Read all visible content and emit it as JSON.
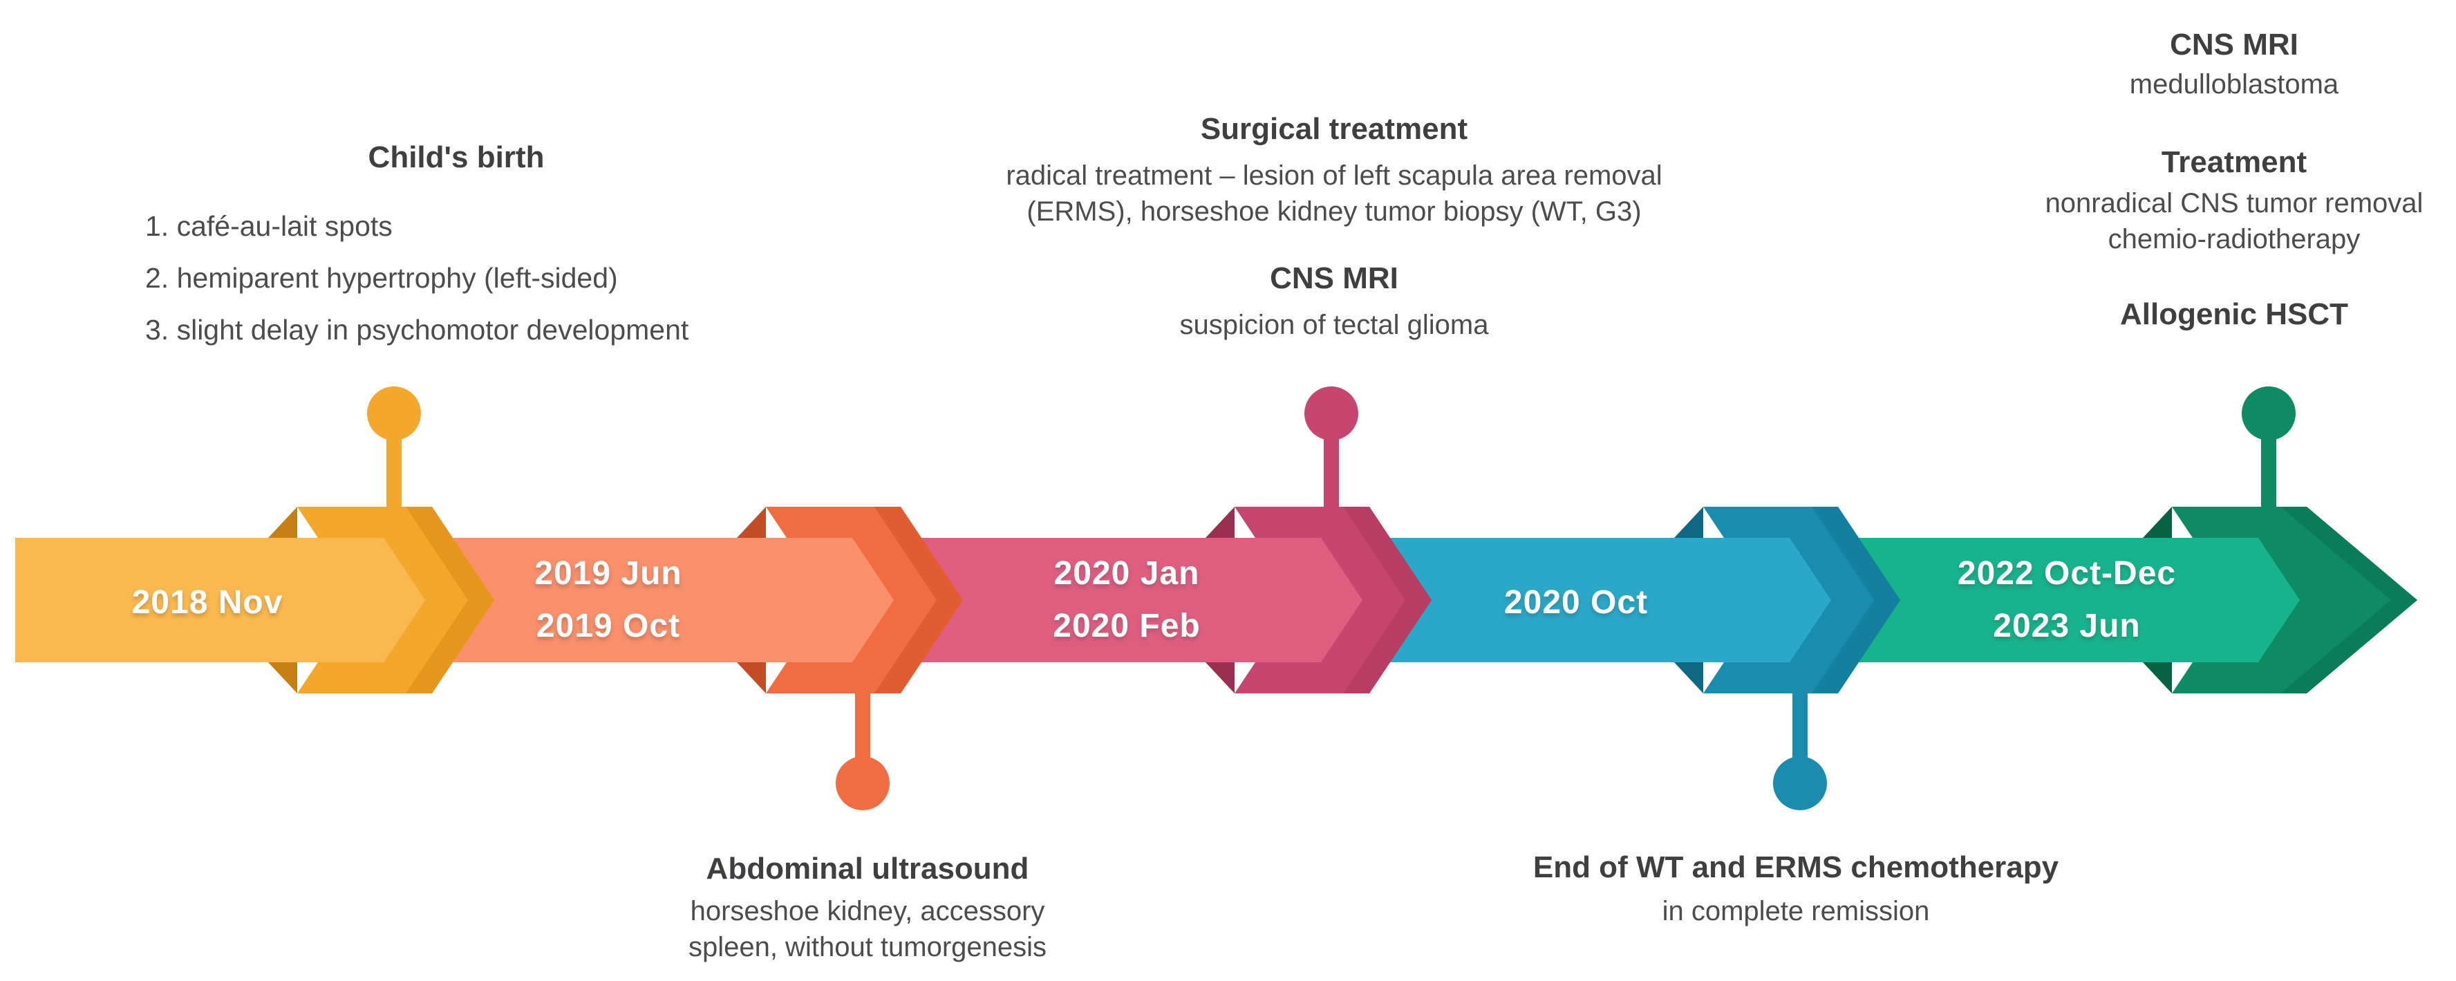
{
  "chart_data": {
    "type": "timeline",
    "orientation": "horizontal",
    "background": "#ffffff",
    "events": [
      {
        "dates": [
          "2018 Nov"
        ],
        "segment_color": "#FBB84E",
        "junction_color": "#F3A72B",
        "junction_edge_color": "#E4961D",
        "fold_color": "#C67F12",
        "pin": "up",
        "annotation": {
          "position": "top",
          "title": "Child's birth",
          "items": [
            "1. café-au-lait spots",
            "2. hemiparent hypertrophy (left-sided)",
            "3. slight delay in psychomotor development"
          ]
        }
      },
      {
        "dates": [
          "2019 Jun",
          "2019 Oct"
        ],
        "segment_color": "#FA8F6B",
        "junction_color": "#F26C41",
        "junction_edge_color": "#E25C31",
        "fold_color": "#C24C25",
        "pin": "down",
        "annotation": {
          "position": "bottom",
          "title": "Abdominal ultrasound",
          "lines": [
            "horseshoe kidney, accessory",
            "spleen, without tumorgenesis"
          ]
        }
      },
      {
        "dates": [
          "2020 Jan",
          "2020 Feb"
        ],
        "segment_color": "#DF5E80",
        "junction_color": "#C7466F",
        "junction_edge_color": "#B93C62",
        "fold_color": "#9A2F4F",
        "pin": "up",
        "annotation": {
          "position": "top",
          "blocks": [
            {
              "title": "Surgical treatment",
              "lines": [
                "radical treatment – lesion of left scapula area removal",
                "(ERMS), horseshoe kidney tumor biopsy (WT, G3)"
              ]
            },
            {
              "title": "CNS MRI",
              "lines": [
                "suspicion of tectal glioma"
              ]
            }
          ]
        }
      },
      {
        "dates": [
          "2020 Oct"
        ],
        "segment_color": "#2AA7C9",
        "junction_color": "#1A8CAE",
        "junction_edge_color": "#14809F",
        "fold_color": "#0E6883",
        "pin": "down",
        "annotation": {
          "position": "bottom",
          "title": "End of WT and ERMS chemotherapy",
          "lines": [
            "in complete remission"
          ]
        }
      },
      {
        "dates": [
          "2022 Oct-Dec",
          "2023 Jun"
        ],
        "segment_color": "#17B38C",
        "junction_color": "#0E8B63",
        "junction_edge_color": "#0A7C57",
        "fold_color": "#076243",
        "pin": "up",
        "annotation": {
          "position": "top",
          "blocks": [
            {
              "title": "CNS MRI",
              "lines": [
                "medulloblastoma"
              ]
            },
            {
              "title": "Treatment",
              "lines": [
                "nonradical CNS tumor removal",
                "chemio-radiotherapy"
              ]
            },
            {
              "title": "Allogenic HSCT",
              "lines": []
            }
          ]
        }
      }
    ],
    "text_colors": {
      "title": "#3f3f41",
      "body": "#4c4c4f"
    }
  }
}
